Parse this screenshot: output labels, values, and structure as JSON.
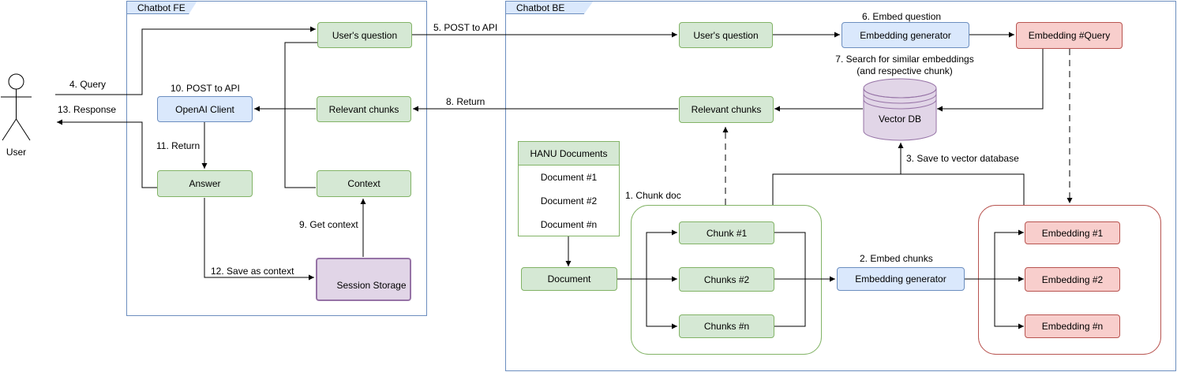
{
  "frontend_title": "Chatbot FE",
  "backend_title": "Chatbot BE",
  "user": "User",
  "fe": {
    "users_question": "User's question",
    "openai_client": "OpenAI Client",
    "relevant_chunks": "Relevant chunks",
    "answer": "Answer",
    "context": "Context",
    "session_storage": "Session Storage"
  },
  "be": {
    "users_question": "User's question",
    "embedding_generator_q": "Embedding generator",
    "embedding_query": "Embedding #Query",
    "vector_db": "Vector DB",
    "relevant_chunks": "Relevant chunks",
    "documents_header": "HANU Documents",
    "documents": [
      "Document #1",
      "Document #2",
      "Document #n"
    ],
    "document": "Document",
    "chunks": [
      "Chunk #1",
      "Chunks #2",
      "Chunks #n"
    ],
    "embedding_generator_c": "Embedding generator",
    "embeddings": [
      "Embedding #1",
      "Embedding #2",
      "Embedding #n"
    ]
  },
  "labels": {
    "query": "4. Query",
    "response": "13. Response",
    "post_api_fe": "10. POST to API",
    "return_11": "11. Return",
    "save_context": "12. Save as context",
    "get_context": "9. Get context",
    "post_api": "5. POST to API",
    "return_8": "8. Return",
    "embed_question": "6. Embed question",
    "search_line1": "7. Search for similar embeddings",
    "search_line2": "(and respective chunk)",
    "save_vector": "3. Save to vector database",
    "chunk_doc": "1. Chunk doc",
    "embed_chunks": "2. Embed chunks"
  },
  "colors": {
    "green_fill": "#d5e8d4",
    "green_border": "#82b366",
    "blue_fill": "#dae8fc",
    "blue_border": "#6c8ebf",
    "red_fill": "#f8cecc",
    "red_border": "#b85450",
    "purple_fill": "#e1d5e7",
    "purple_border": "#9673a6",
    "container_border": "#6c8ebf"
  }
}
